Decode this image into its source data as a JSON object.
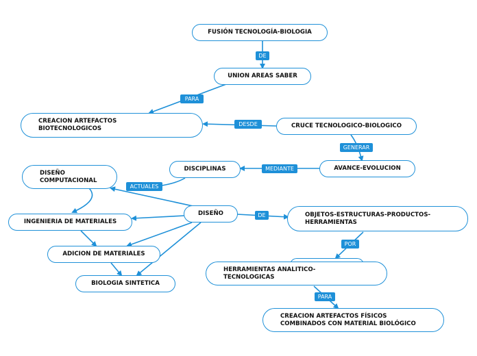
{
  "nodes": {
    "fusion": "FUSIÓN TECNOLOGÍA-BIOLOGIA",
    "union": "UNION AREAS SABER",
    "creacion_artefactos": "CREACION ARTEFACTOS BIOTECNOLOGICOS",
    "cruce": "CRUCE TECNOLOGICO-BIOLOGICO",
    "avance": "AVANCE-EVOLUCION",
    "disciplinas": "DISCIPLINAS",
    "diseno_computacional": "DISEÑO COMPUTACIONAL",
    "diseno": "DISEÑO",
    "ingenieria": "INGENIERIA DE MATERIALES",
    "adicion": "ADICION DE MATERIALES",
    "biologia_sintetica": "BIOLOGIA SINTETICA",
    "objetos": "OBJETOS-ESTRUCTURAS-PRODUCTOS-HERRAMIENTAS",
    "herramientas": "HERRAMIENTAS ANALITICO-TECNOLOGICAS",
    "creacion_fisicos": "CREACION ARTEFACTOS FÍSICOS COMBINADOS CON MATERIAL BIOLÓGICO"
  },
  "labels": {
    "de_1": "DE",
    "para_1": "PARA",
    "desde": "DESDE",
    "generar": "GENERAR",
    "mediante": "MEDIANTE",
    "actuales": "ACTUALES",
    "de_2": "DE",
    "por": "POR",
    "para_2": "PARA"
  },
  "colors": {
    "accent": "#1e90d8",
    "text": "#111111",
    "background": "#ffffff"
  }
}
